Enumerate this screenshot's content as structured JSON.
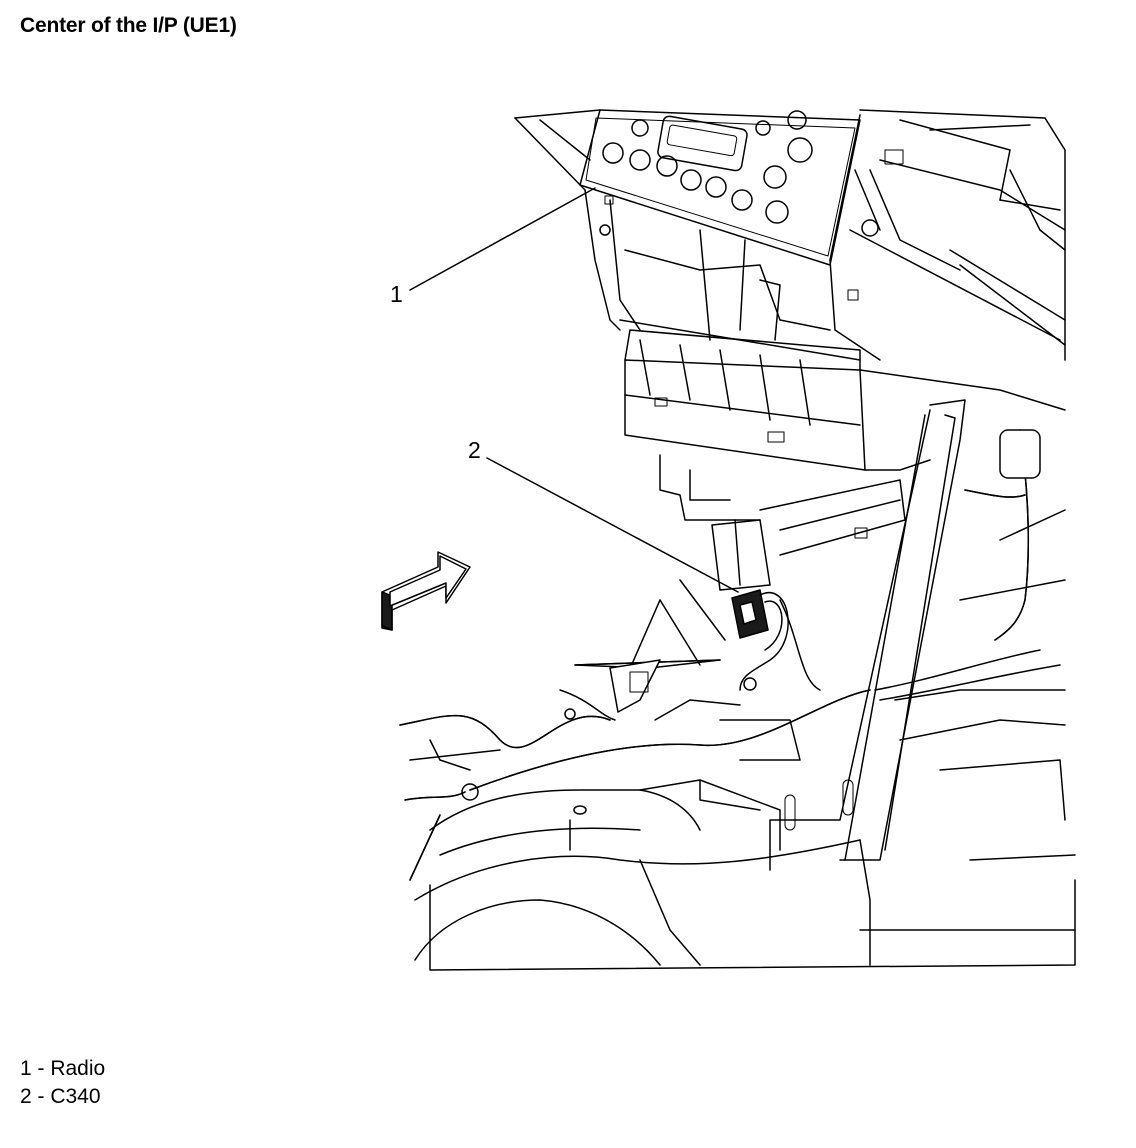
{
  "title": "Center of the I/P (UE1)",
  "callouts": [
    {
      "number": "1"
    },
    {
      "number": "2"
    }
  ],
  "legend": [
    {
      "text": "1 - Radio"
    },
    {
      "text": "2 - C340"
    }
  ]
}
